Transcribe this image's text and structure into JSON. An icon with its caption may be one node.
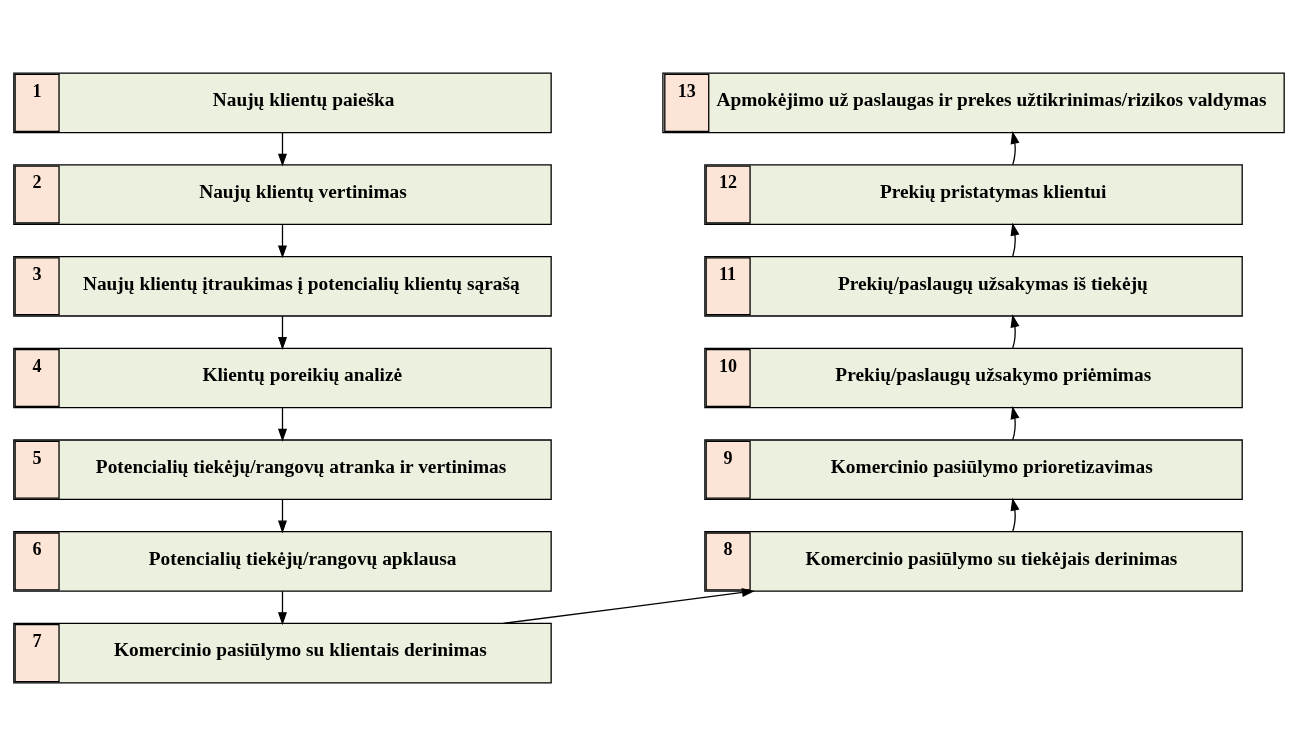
{
  "diagram": {
    "nodes": [
      {
        "text": [
          "1",
          "Naujų klientų paieška"
        ]
      },
      {
        "text": [
          "2",
          "Naujų klientų vertinimas"
        ]
      },
      {
        "text": [
          "3",
          "Naujų klientų įtraukimas į potencialių klientų sąrašą"
        ]
      },
      {
        "text": [
          "4",
          "Klientų poreikių analizė"
        ]
      },
      {
        "text": [
          "5",
          "Potencialių tiekėjų/rangovų atranka ir vertinimas"
        ]
      },
      {
        "text": [
          "6",
          "Potencialių tiekėjų/rangovų apklausa"
        ]
      },
      {
        "text": [
          "7",
          "Komercinio pasiūlymo su klientais derinimas"
        ]
      },
      {
        "text": [
          "8",
          "Komercinio pasiūlymo su tiekėjais derinimas"
        ]
      },
      {
        "text": [
          "9",
          "Komercinio pasiūlymo prioretizavimas"
        ]
      },
      {
        "text": [
          "10",
          "Prekių/paslaugų užsakymo priėmimas"
        ]
      },
      {
        "text": [
          "11",
          "Prekių/paslaugų užsakymas iš tiekėjų"
        ]
      },
      {
        "text": [
          "12",
          "Prekių pristatymas klientui"
        ]
      },
      {
        "text": [
          "13",
          "Apmokėjimo už paslaugas ir prekes užtikrinimas/rizikos valdymas"
        ]
      }
    ],
    "edges": [
      {
        "from": 0,
        "to": 1,
        "arrow": "to"
      },
      {
        "from": 1,
        "to": 2,
        "arrow": "to"
      },
      {
        "from": 2,
        "to": 3,
        "arrow": "to"
      },
      {
        "from": 3,
        "to": 4,
        "arrow": "to"
      },
      {
        "from": 4,
        "to": 5,
        "arrow": "to"
      },
      {
        "from": 5,
        "to": 6,
        "arrow": "to"
      },
      {
        "from": 6,
        "to": 7,
        "arrow": "to"
      },
      {
        "from": 7,
        "to": 8,
        "arrow": "to"
      },
      {
        "from": 8,
        "to": 9,
        "arrow": "to"
      },
      {
        "from": 9,
        "to": 10,
        "arrow": "to"
      },
      {
        "from": 10,
        "to": 11,
        "arrow": "to"
      },
      {
        "from": 11,
        "to": 12,
        "arrow": "to"
      }
    ]
  }
}
